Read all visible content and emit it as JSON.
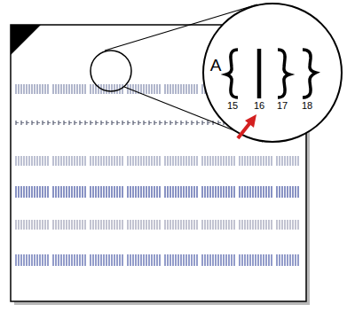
{
  "diagram": {
    "labels": [
      "A",
      "15",
      "16",
      "17",
      "18"
    ]
  }
}
